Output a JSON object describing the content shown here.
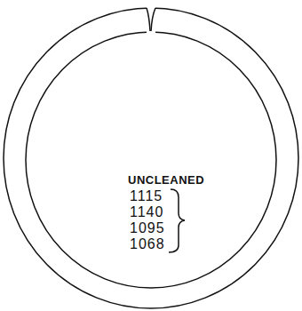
{
  "diagram": {
    "labels": [
      "UNCLEANED",
      "1115",
      "1140",
      "1095",
      "1068"
    ]
  }
}
